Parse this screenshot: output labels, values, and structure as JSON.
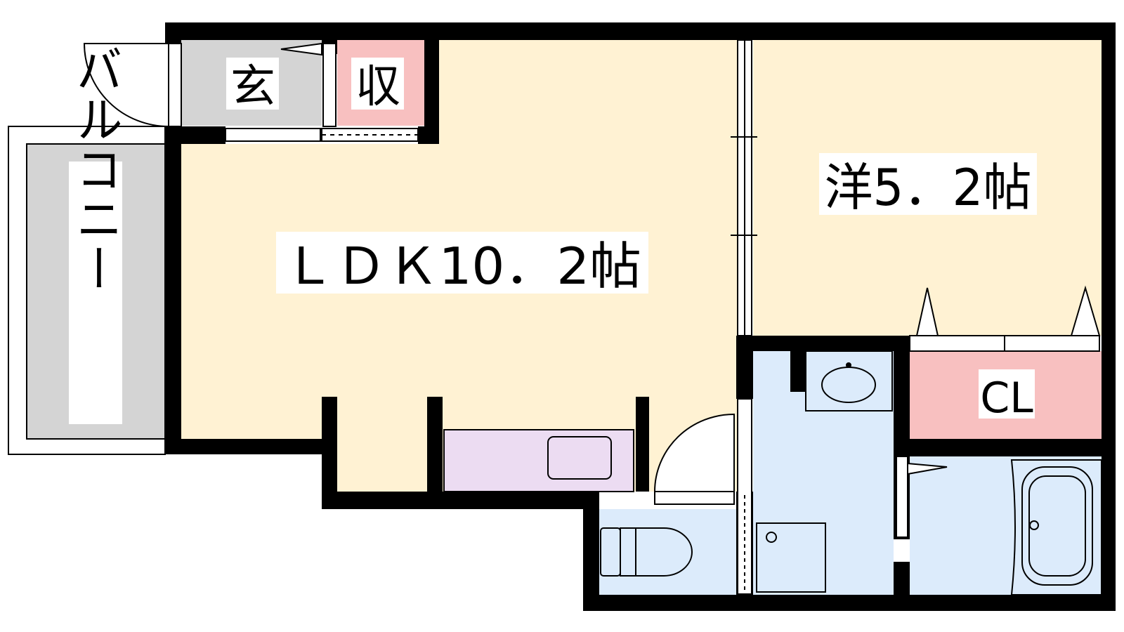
{
  "rooms": {
    "entrance": {
      "label": "玄",
      "color": "#d4d4d4"
    },
    "storage": {
      "label": "収",
      "color": "#f8c0c0"
    },
    "ldk": {
      "label": "ＬＤＫ10．2帖",
      "color": "#fff2d3"
    },
    "western_room": {
      "label": "洋5．2帖",
      "color": "#fff2d3"
    },
    "balcony": {
      "label": "バルコニー",
      "color": "#d4d4d4"
    },
    "closet": {
      "label": "CL",
      "color": "#f8c0c0"
    },
    "kitchen": {
      "color": "#ecdcf2"
    },
    "washroom": {
      "color": "#dcebfb"
    },
    "toilet": {
      "color": "#dcebfb"
    },
    "bathroom": {
      "color": "#dcebfb"
    }
  },
  "colors": {
    "wall": "#000000",
    "label_bg": "#ffffff"
  }
}
